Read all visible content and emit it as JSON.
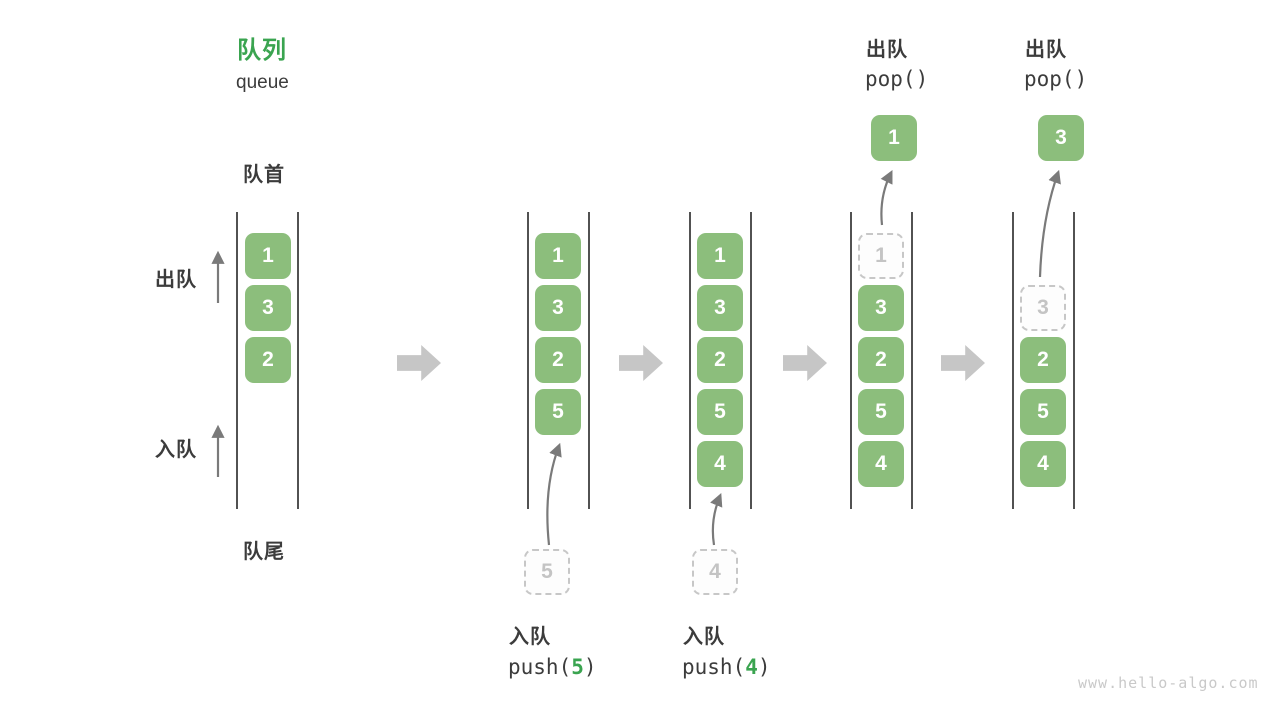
{
  "title": {
    "zh": "队列",
    "en": "queue"
  },
  "side_labels": {
    "head": "队首",
    "tail": "队尾",
    "dequeue": "出队",
    "enqueue": "入队"
  },
  "operations": {
    "push5": {
      "label_zh": "入队",
      "fn": "push(",
      "arg": "5",
      "close": ")"
    },
    "push4": {
      "label_zh": "入队",
      "fn": "push(",
      "arg": "4",
      "close": ")"
    },
    "pop1": {
      "label_zh": "出队",
      "code": "pop()"
    },
    "pop2": {
      "label_zh": "出队",
      "code": "pop()"
    }
  },
  "queues": {
    "q1": {
      "s1": "1",
      "s2": "3",
      "s3": "2"
    },
    "q2": {
      "s1": "1",
      "s2": "3",
      "s3": "2",
      "s4": "5",
      "incoming": "5"
    },
    "q3": {
      "s1": "1",
      "s2": "3",
      "s3": "2",
      "s4": "5",
      "s5": "4",
      "incoming": "4"
    },
    "q4": {
      "s1_removed": "1",
      "s2": "3",
      "s3": "2",
      "s4": "5",
      "s5": "4",
      "popped": "1"
    },
    "q5": {
      "s2_removed": "3",
      "s3": "2",
      "s4": "5",
      "s5": "4",
      "popped": "3"
    }
  },
  "watermark": "www.hello-algo.com",
  "colors": {
    "box_green": "#8cbe7c",
    "title_green": "#3aa450",
    "text_dark": "#3c3c3c",
    "dashed_gray": "#c7c7c7",
    "arrow_gray": "#7a7a7a",
    "block_arrow_gray": "#c6c6c6",
    "rail_gray": "#525252",
    "watermark_gray": "#c9c9c9"
  }
}
